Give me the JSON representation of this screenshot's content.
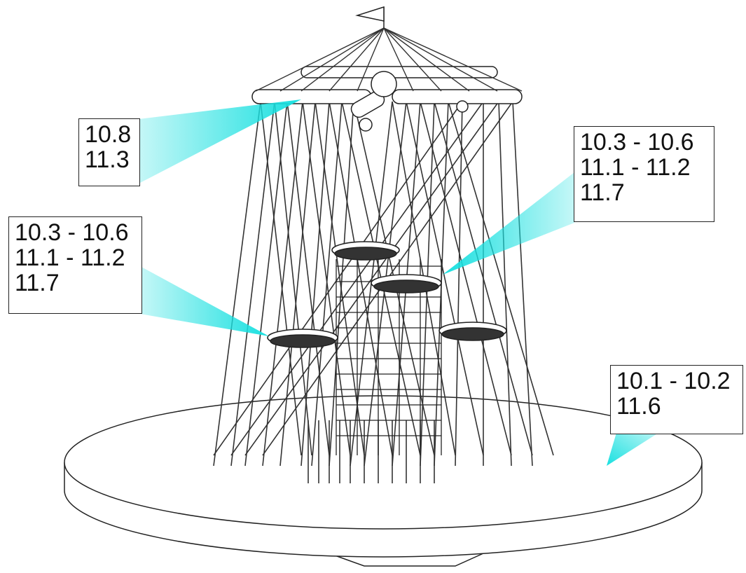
{
  "callouts": [
    {
      "id": "canopy",
      "lines": [
        "10.8",
        "11.3"
      ]
    },
    {
      "id": "basket-right",
      "lines": [
        "10.3 - 10.6",
        "11.1 - 11.2",
        "11.7"
      ]
    },
    {
      "id": "basket-left",
      "lines": [
        "10.3 - 10.6",
        "11.1 - 11.2",
        "11.7"
      ]
    },
    {
      "id": "base",
      "lines": [
        "10.1 - 10.2",
        "11.6"
      ]
    }
  ],
  "colors": {
    "callout_beam": "#19e0e0",
    "line": "#222222",
    "box_border": "#222222"
  }
}
